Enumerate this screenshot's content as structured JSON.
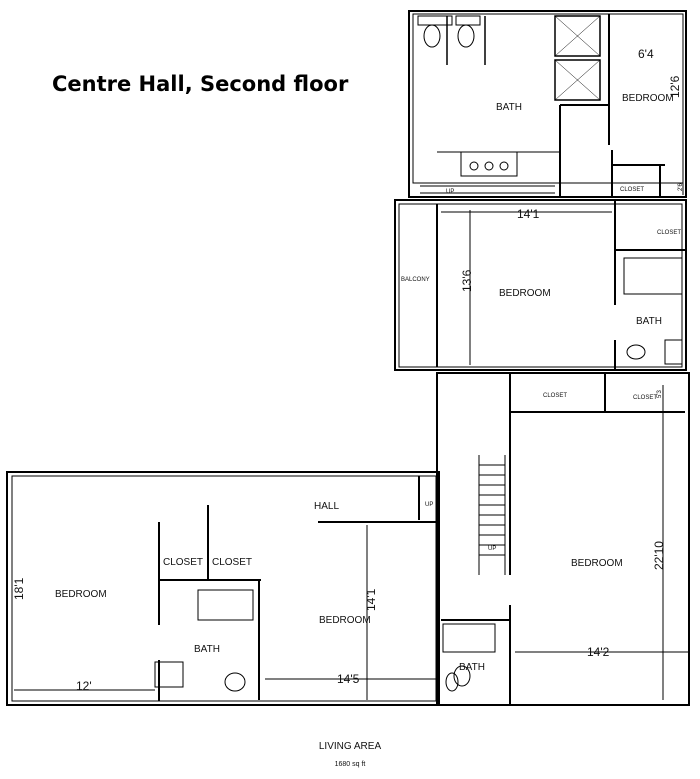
{
  "title": "Centre Hall, Second floor",
  "rooms": {
    "bath_top": "BATH",
    "bedroom_top": "BEDROOM",
    "closet_top": "CLOSET",
    "closet_mid": "CLOSET",
    "balcony": "BALCONY",
    "bedroom_mid": "BEDROOM",
    "bath_mid": "BATH",
    "closet_r1": "CLOSET",
    "closet_r2": "CLOSET",
    "bedroom_right": "BEDROOM",
    "bath_right": "BATH",
    "hall": "HALL",
    "closet_l1": "CLOSET",
    "closet_l2": "CLOSET",
    "bedroom_left": "BEDROOM",
    "bath_left": "BATH",
    "bedroom_center": "BEDROOM"
  },
  "stairs": {
    "up_top": "UP",
    "up_hall": "UP",
    "up_right": "UP"
  },
  "dimensions": {
    "d_6_4": "6'4",
    "d_12_6": "12'6",
    "d_2_6": "2'6",
    "d_14_1_top": "14'1",
    "d_13_6": "13'6",
    "d_5_3": "5'3",
    "d_22_10": "22'10",
    "d_14_2": "14'2",
    "d_18_1": "18'1",
    "d_12": "12'",
    "d_14_1_left": "14'1",
    "d_14_5": "14'5"
  },
  "footer": {
    "area_label": "LIVING AREA",
    "area_value": "1680 sq ft"
  }
}
